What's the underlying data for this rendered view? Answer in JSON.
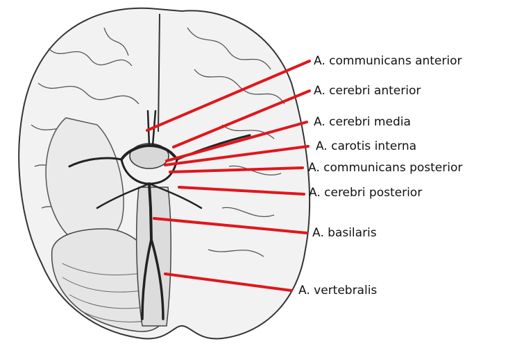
{
  "labels": {
    "communicans_anterior": "A. communicans anterior",
    "cerebri_anterior": "A. cerebri anterior",
    "cerebri_media": "A. cerebri media",
    "carotis_interna": "A. carotis interna",
    "communicans_posterior": "A. communicans posterior",
    "cerebri_posterior": "A. cerebri posterior",
    "basilaris": "A. basilaris",
    "vertebralis": "A. vertebralis"
  },
  "colors": {
    "pointer_line": "#e0161c",
    "outline": "#333333",
    "background": "#ffffff"
  }
}
